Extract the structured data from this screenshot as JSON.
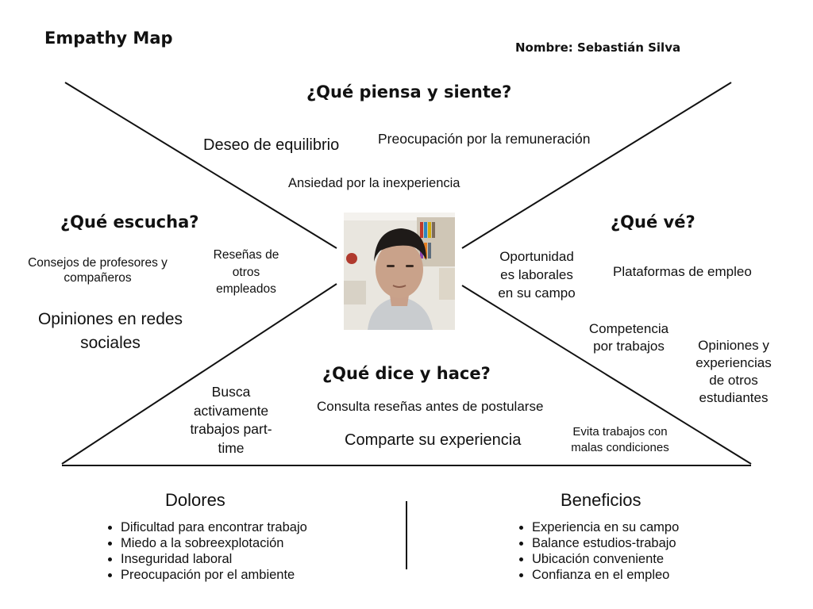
{
  "header": {
    "title": "Empathy Map",
    "name": "Nombre: Sebastián Silva"
  },
  "sections": {
    "thinks": {
      "heading": "¿Qué piensa y siente?",
      "notes": [
        "Deseo de equilibrio",
        "Preocupación por la remuneración",
        "Ansiedad por la inexperiencia"
      ]
    },
    "hears": {
      "heading": "¿Qué escucha?",
      "notes": [
        "Consejos de profesores y compañeros",
        "Reseñas de otros empleados",
        "Opiniones en redes sociales"
      ]
    },
    "sees": {
      "heading": "¿Qué vé?",
      "notes": [
        "Oportunidad es laborales en su campo",
        "Plataformas de empleo",
        "Competencia por trabajos",
        "Opiniones y experiencias de otros estudiantes"
      ]
    },
    "says": {
      "heading": "¿Qué dice y hace?",
      "notes": [
        "Busca activamente trabajos part-time",
        "Consulta reseñas antes de postularse",
        "Comparte su experiencia",
        "Evita trabajos con malas condiciones"
      ]
    }
  },
  "pains": {
    "heading": "Dolores",
    "items": [
      "Dificultad para encontrar trabajo",
      "Miedo a la sobreexplotación",
      "Inseguridad laboral",
      "Preocupación por el ambiente"
    ]
  },
  "gains": {
    "heading": "Beneficios",
    "items": [
      "Experiencia en su campo",
      "Balance estudios-trabajo",
      "Ubicación conveniente",
      "Confianza en el empleo"
    ]
  },
  "colors": {
    "ink": "#111111",
    "background": "#ffffff"
  }
}
